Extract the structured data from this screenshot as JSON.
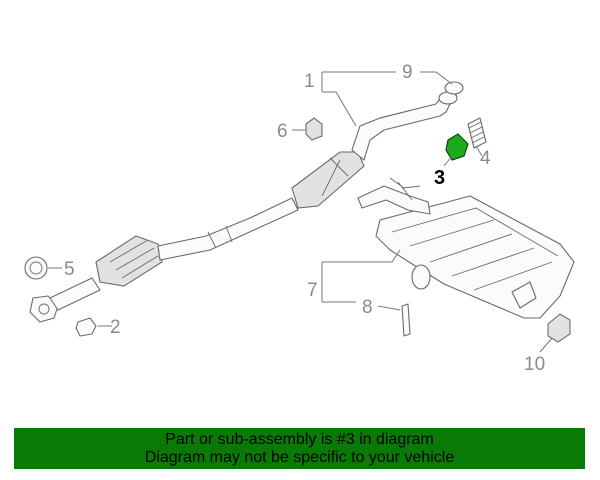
{
  "diagram": {
    "callouts": {
      "c1": "1",
      "c2": "2",
      "c3": "3",
      "c4": "4",
      "c5": "5",
      "c6": "6",
      "c7": "7",
      "c8": "8",
      "c9": "9",
      "c10": "10"
    },
    "highlighted_part": "3"
  },
  "banner": {
    "line1": "Part or sub-assembly is #3 in diagram",
    "line2": "Diagram may not be specific to your vehicle"
  },
  "colors": {
    "banner_bg": "#0a7a06",
    "highlight": "#1fa91f",
    "callout_text": "#8a8a8a",
    "line_art": "#6a6a6a"
  }
}
